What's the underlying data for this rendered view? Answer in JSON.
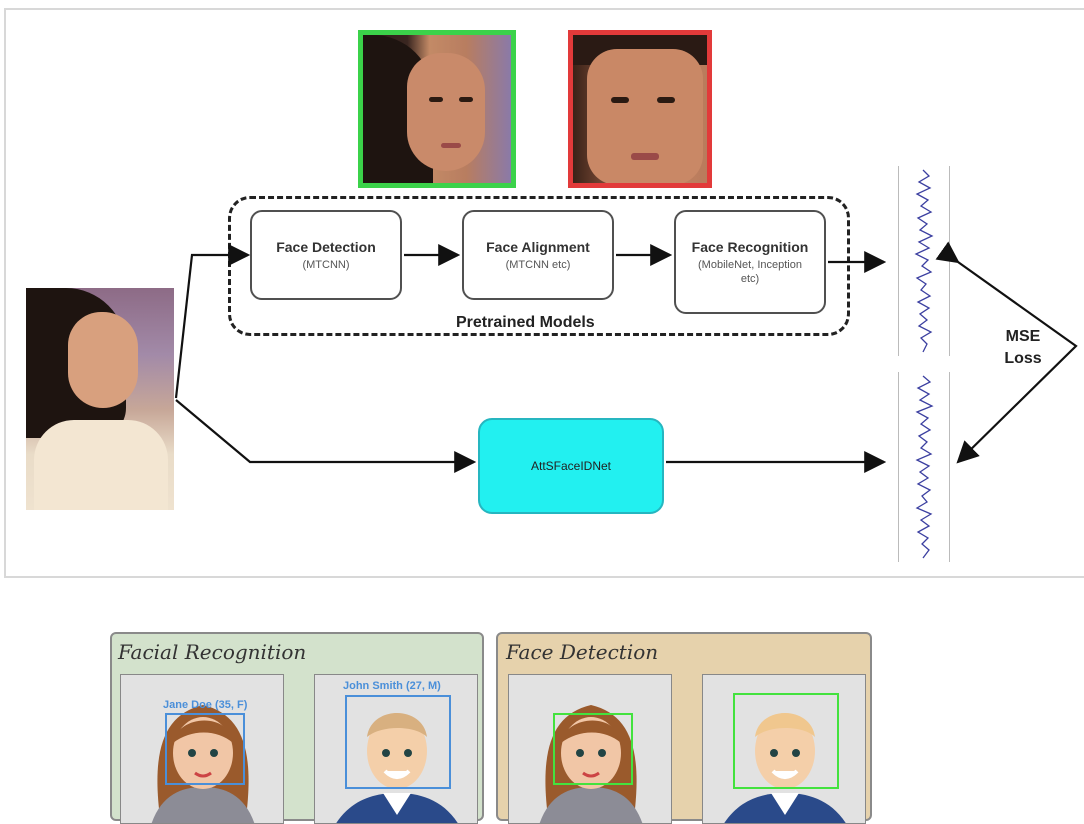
{
  "diagram": {
    "stages": [
      {
        "title": "Face Detection",
        "subtitle": "(MTCNN)"
      },
      {
        "title": "Face Alignment",
        "subtitle": "(MTCNN etc)"
      },
      {
        "title": "Face Recognition",
        "subtitle": "(MobileNet, Inception etc)"
      }
    ],
    "pretrained_label": "Pretrained Models",
    "student_label": "AttSFaceIDNet",
    "loss_label": "MSE Loss"
  },
  "examples": {
    "recognition_title": "Facial Recognition",
    "detection_title": "Face Detection",
    "id_labels": [
      "Jane Doe (35, F)",
      "John Smith (27, M)"
    ]
  },
  "colors": {
    "accepted_frame": "#3bd24a",
    "rejected_frame": "#e23a3a",
    "student_fill": "#22f0f0",
    "recognition_panel": "#d3e2cc",
    "detection_panel": "#e6d2ac",
    "recognition_box": "#4a8fd9",
    "detection_box": "#43e23e"
  }
}
